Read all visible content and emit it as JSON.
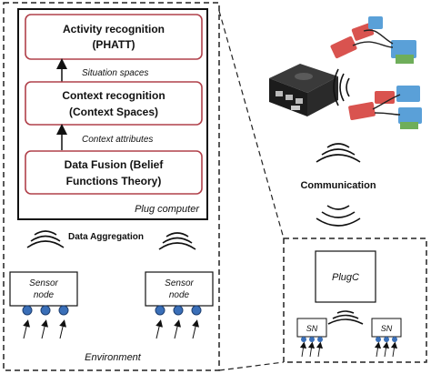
{
  "left_panel": {
    "activity_box": {
      "line1": "Activity recognition",
      "line2": "(PHATT)"
    },
    "situation_label": "Situation spaces",
    "context_box": {
      "line1": "Context recognition",
      "line2": "(Context Spaces)"
    },
    "context_attr_label": "Context attributes",
    "fusion_box": {
      "line1": "Data Fusion (Belief",
      "line2": "Functions Theory)"
    },
    "plug_computer_label": "Plug computer",
    "data_aggregation_label": "Data Aggregation",
    "sensor_node_left": {
      "line1": "Sensor",
      "line2": "node"
    },
    "sensor_node_right": {
      "line1": "Sensor",
      "line2": "node"
    },
    "environment_label": "Environment"
  },
  "right_panel": {
    "communication_label": "Communication",
    "plugc_label": "PlugC",
    "sn_left_label": "SN",
    "sn_right_label": "SN"
  },
  "colors": {
    "box_border": "#b0404a",
    "node_dot": "#3a6fb8",
    "device_red": "#d9534f",
    "device_blue": "#5aa0d8"
  }
}
